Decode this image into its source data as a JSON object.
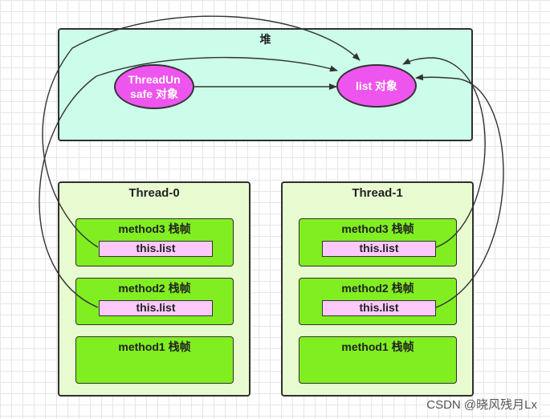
{
  "heap": {
    "title": "堆",
    "unsafe_object": "ThreadUn safe 对象",
    "list_object": "list 对象"
  },
  "threads": [
    {
      "title": "Thread-0",
      "frames": [
        {
          "label": "method3 栈帧",
          "var": "this.list"
        },
        {
          "label": "method2 栈帧",
          "var": "this.list"
        },
        {
          "label": "method1 栈帧"
        }
      ]
    },
    {
      "title": "Thread-1",
      "frames": [
        {
          "label": "method3 栈帧",
          "var": "this.list"
        },
        {
          "label": "method2 栈帧",
          "var": "this.list"
        },
        {
          "label": "method1 栈帧"
        }
      ]
    }
  ],
  "watermark": "CSDN @晓风残月Lx",
  "colors": {
    "heap_bg": "#ccfcea",
    "object_fill": "#ee55ee",
    "thread_bg": "#e8fbd0",
    "frame_fill": "#80ee20",
    "var_fill": "#fdc9fb"
  }
}
